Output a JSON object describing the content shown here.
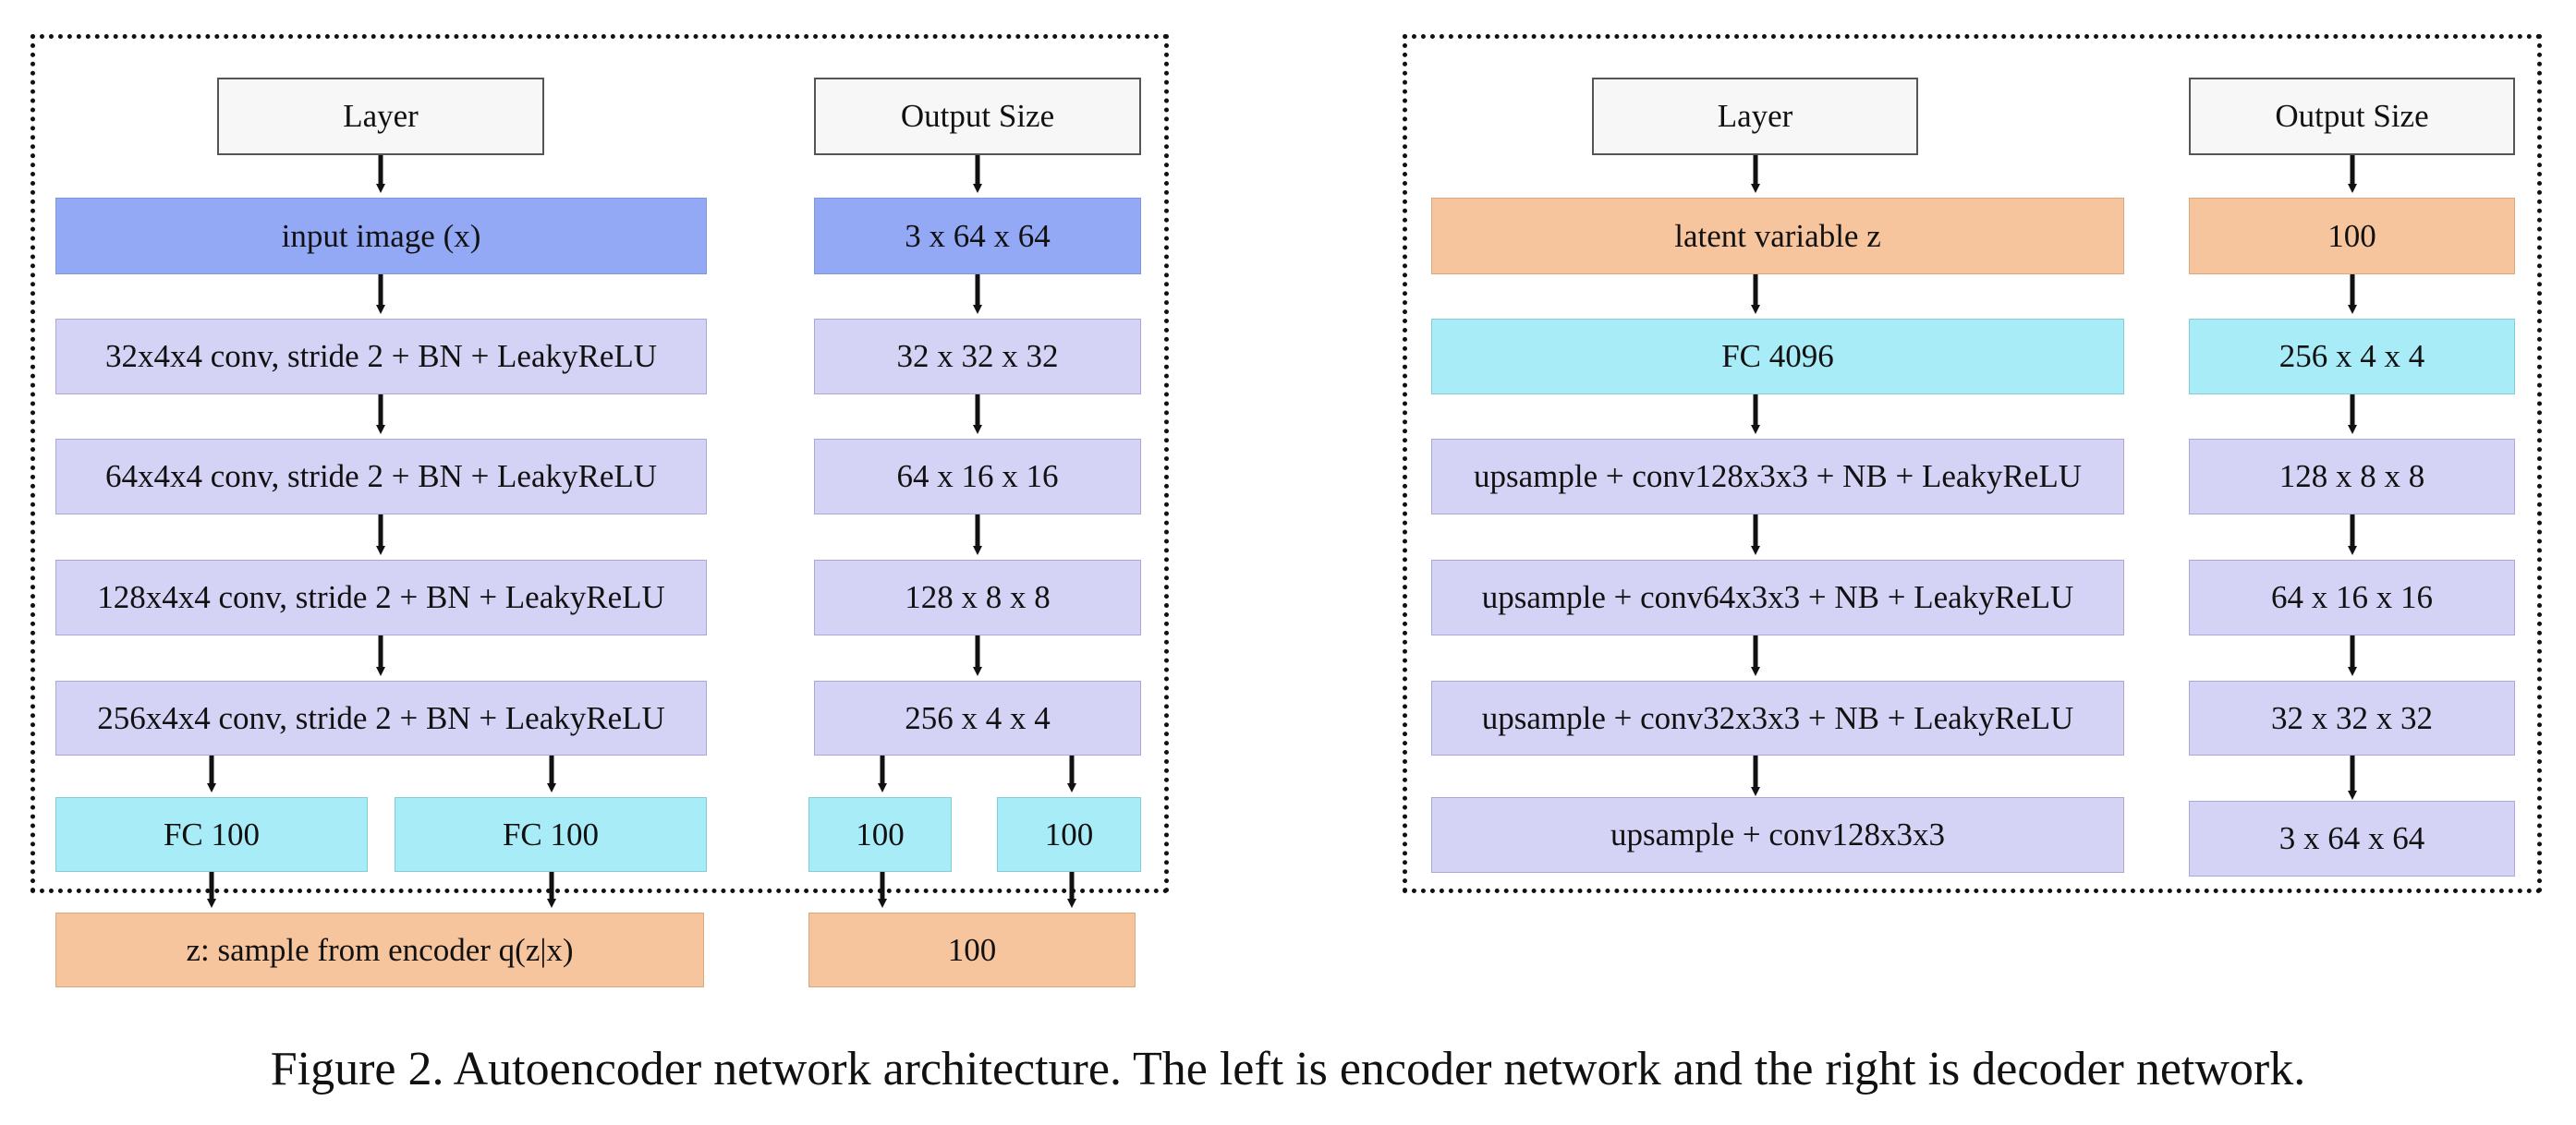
{
  "encoder": {
    "layer_header": "Layer",
    "output_header": "Output Size",
    "layers": [
      "input image (x)",
      "32x4x4 conv, stride 2 + BN + LeakyReLU",
      "64x4x4 conv, stride 2 + BN + LeakyReLU",
      "128x4x4 conv, stride 2 + BN + LeakyReLU",
      "256x4x4 conv, stride 2 + BN + LeakyReLU"
    ],
    "outputs": [
      "3 x 64 x 64",
      "32 x 32 x 32",
      "64 x 16 x 16",
      "128 x 8 x 8",
      "256 x 4 x 4"
    ],
    "fc_layers": [
      "FC 100",
      "FC 100"
    ],
    "fc_outputs": [
      "100",
      "100"
    ],
    "sample_label": "z: sample from encoder q(z|x)",
    "sample_output": "100"
  },
  "decoder": {
    "layer_header": "Layer",
    "output_header": "Output Size",
    "layers": [
      "latent variable z",
      "FC 4096",
      "upsample + conv128x3x3 + NB + LeakyReLU",
      "upsample + conv64x3x3 + NB + LeakyReLU",
      "upsample + conv32x3x3 + NB + LeakyReLU",
      "upsample + conv128x3x3"
    ],
    "outputs": [
      "100",
      "256 x 4 x 4",
      "128 x 8 x 8",
      "64 x 16 x 16",
      "32 x 32 x 32",
      "3 x 64 x 64"
    ]
  },
  "colors": {
    "input_blue": "#93a9f6",
    "layer_lavender": "#d5d3f5",
    "fc_cyan": "#a8ecf7",
    "latent_peach": "#f6c59d"
  },
  "caption": "Figure 2. Autoencoder network architecture. The left is encoder network and the right is decoder network."
}
